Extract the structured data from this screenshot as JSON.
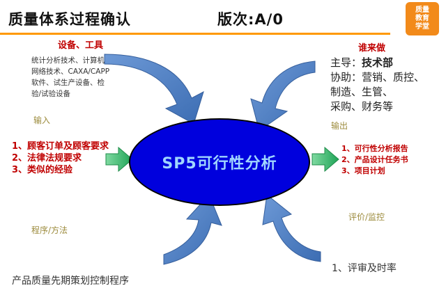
{
  "header": {
    "title": "质量体系过程确认",
    "version": "版次:A/0"
  },
  "logo": {
    "lines": [
      "质量",
      "教育",
      "学堂"
    ]
  },
  "equipment": {
    "heading": "设备、工具",
    "lines": [
      "统计分析技术、计算机",
      "网络技术、CAXA/CAPP",
      "软件、试生产设备、检",
      "验/试验设备"
    ]
  },
  "who": {
    "heading": "谁来做",
    "line1_label": "主导：",
    "line1_value": "技术部",
    "lines": [
      "协助：营销、质控、",
      "制造、生管、",
      "采购、财务等"
    ]
  },
  "labels": {
    "input": "输入",
    "output": "输出",
    "procedure": "程序/方法",
    "evaluation": "评价/监控"
  },
  "inputs": [
    "1、顾客订单及顾客要求",
    "2、法律法规要求",
    "3、类似的经验"
  ],
  "outputs": [
    "1、可行性分析报告",
    "2、产品设计任务书",
    "3、项目计划"
  ],
  "center": {
    "label": "SP5可行性分析"
  },
  "procedure_text": "产品质量先期策划控制程序",
  "evaluation_text": "1、评审及时率",
  "colors": {
    "accent": "#ff9900",
    "ellipse": "#0000dd",
    "center_text": "#9fd5ff",
    "heading_red": "#c00000",
    "arrow_blue": "#4f7fc0",
    "arrow_green": "#2eb86a"
  },
  "icons": [
    "curved-arrow-icon",
    "right-arrow-icon"
  ]
}
